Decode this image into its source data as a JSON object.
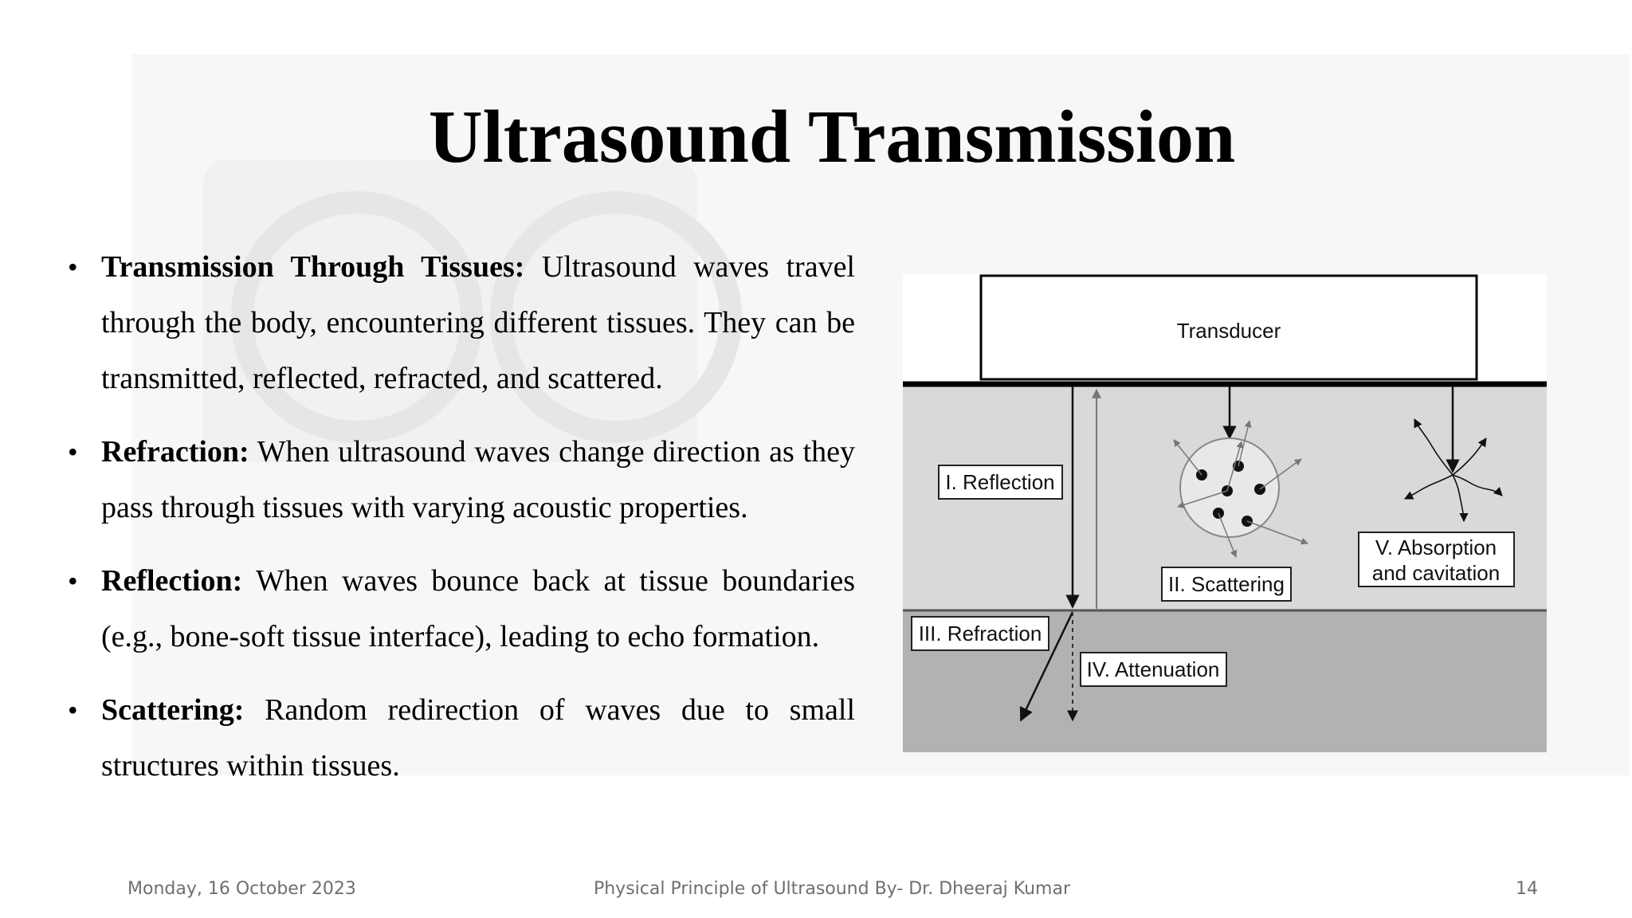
{
  "slide": {
    "title": "Ultrasound Transmission",
    "bullets": [
      {
        "term": "Transmission Through Tissues:",
        "text": " Ultrasound waves travel through the body, encountering different tissues. They can be transmitted, reflected, refracted, and scattered."
      },
      {
        "term": "Refraction:",
        "text": " When ultrasound waves change direction as they pass through tissues with varying acoustic properties."
      },
      {
        "term": "Reflection:",
        "text": " When waves bounce back at tissue boundaries (e.g., bone-soft tissue interface), leading to echo formation."
      },
      {
        "term": "Scattering:",
        "text": " Random redirection of waves due to small structures within tissues."
      }
    ],
    "bullet_symbol": "•"
  },
  "diagram": {
    "transducer": "Transducer",
    "reflection": "I. Reflection",
    "scattering": "II. Scattering",
    "refraction": "III. Refraction",
    "attenuation": "IV. Attenuation",
    "absorption_line1": "V. Absorption",
    "absorption_line2": "and cavitation",
    "colors": {
      "tissue_upper": "#d9d9d9",
      "tissue_lower": "#b2b2b2",
      "white": "#ffffff"
    }
  },
  "footer": {
    "date": "Monday, 16 October 2023",
    "center": "Physical Principle of Ultrasound By- Dr. Dheeraj Kumar",
    "page": "14"
  }
}
